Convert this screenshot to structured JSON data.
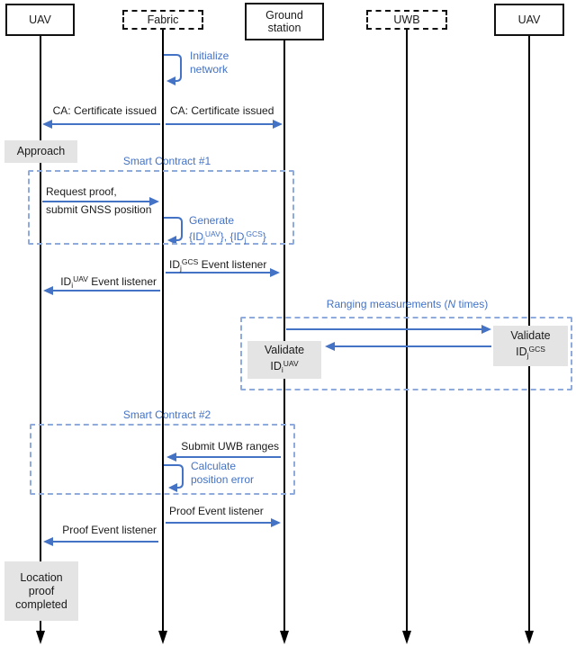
{
  "diagram_type": "uml-sequence-diagram",
  "colors": {
    "message_accent": "#4472C4",
    "fragment_frame": "#8FAADC",
    "note_background": "#E4E4E4",
    "lifeline": "#000000"
  },
  "participants": [
    {
      "label": "UAV",
      "box_style": "solid"
    },
    {
      "label": "Fabric",
      "box_style": "dashed"
    },
    {
      "label": "Ground station",
      "box_style": "solid"
    },
    {
      "label": "UWB",
      "box_style": "dashed"
    },
    {
      "label": "UAV",
      "box_style": "solid"
    }
  ],
  "fragments": {
    "sc1_title": "Smart Contract #1",
    "sc2_title": "Smart Contract #2",
    "ranging_pre": "Ranging measurements (",
    "ranging_n": "N",
    "ranging_post": " times)"
  },
  "messages": {
    "init_l1": "Initialize",
    "init_l2": "network",
    "ca_left": "CA: Certificate issued",
    "ca_right": "CA: Certificate issued",
    "req_l1": "Request proof,",
    "req_l2": "submit GNSS position",
    "gen_l1": "Generate",
    "gen_a": "{ID",
    "gen_sub1": "i",
    "gen_sup1": "UAV",
    "gen_b": "}, {ID",
    "gen_sub2": "j",
    "gen_sup2": "GCS",
    "gen_c": "}",
    "gcs_listener_pre": "ID",
    "gcs_listener_sub": "j",
    "gcs_listener_sup": "GCS",
    "gcs_listener_post": " Event listener",
    "uav_listener_pre": "ID",
    "uav_listener_sub": "i",
    "uav_listener_sup": "UAV",
    "uav_listener_post": " Event listener",
    "submit_uwb": "Submit UWB ranges",
    "calc_l1": "Calculate",
    "calc_l2": "position error",
    "proof_right": "Proof Event listener",
    "proof_left": "Proof Event listener"
  },
  "notes": {
    "approach": "Approach",
    "validate_uav_l1": "Validate",
    "validate_uav_pre": "ID",
    "validate_uav_sub": "i",
    "validate_uav_sup": "UAV",
    "validate_gcs_l1": "Validate",
    "validate_gcs_pre": "ID",
    "validate_gcs_sub": "j",
    "validate_gcs_sup": "GCS",
    "location_l1": "Location",
    "location_l2": "proof",
    "location_l3": "completed"
  }
}
